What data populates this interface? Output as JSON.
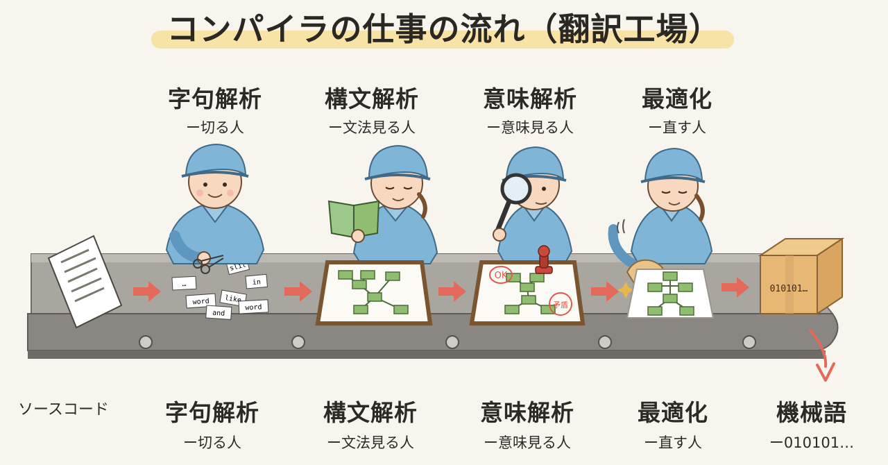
{
  "title": "コンパイラの仕事の流れ（翻訳工場）",
  "stages": [
    {
      "name": "字句解析",
      "sub": "ー切る人"
    },
    {
      "name": "構文解析",
      "sub": "ー文法見る人"
    },
    {
      "name": "意味解析",
      "sub": "ー意味見る人"
    },
    {
      "name": "最適化",
      "sub": "ー直す人"
    }
  ],
  "bottom": {
    "source": "ソースコード",
    "stages": [
      {
        "name": "字句解析",
        "sub": "ー切る人"
      },
      {
        "name": "構文解析",
        "sub": "ー文法見る人"
      },
      {
        "name": "意味解析",
        "sub": "ー意味見る人"
      },
      {
        "name": "最適化",
        "sub": "ー直す人"
      },
      {
        "name": "機械語",
        "sub": "ー010101…"
      }
    ]
  },
  "tokens": [
    "…",
    "word",
    "and",
    "like",
    "word",
    "in",
    "slit"
  ],
  "stamps": {
    "ok": "OK",
    "error": "矛盾"
  },
  "box_text": "010101…",
  "colors": {
    "uniform": "#7fb6d8",
    "uniform_dark": "#5d97bf",
    "belt": "#8a8782",
    "node": "#8fbf6e",
    "arrow": "#e36a5a",
    "box": "#e7b774"
  },
  "icons": [
    "scissors-icon",
    "book-icon",
    "magnifier-icon",
    "stamp-icon",
    "cloth-icon",
    "cardboard-box-icon",
    "arrow-right-icon",
    "curved-arrow-down-icon"
  ]
}
